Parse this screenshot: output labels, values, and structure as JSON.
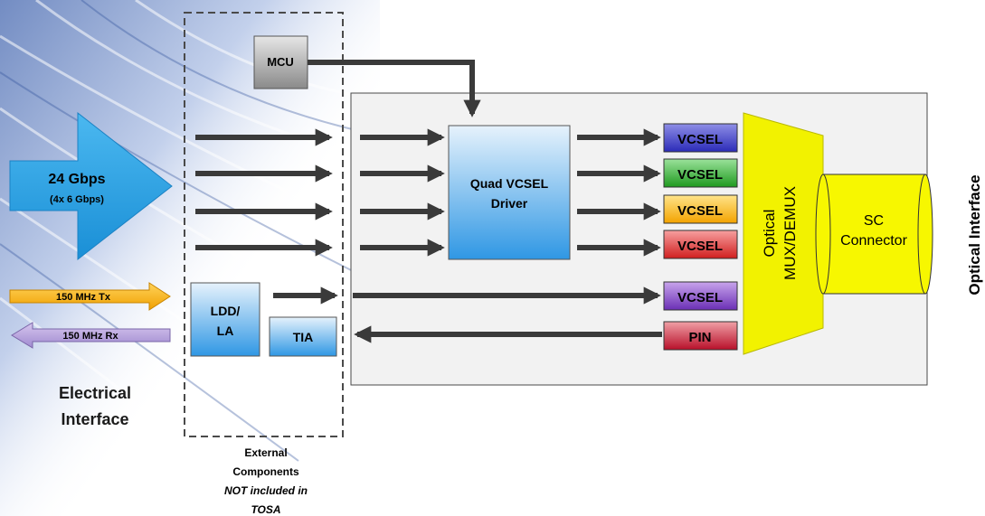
{
  "mcu": {
    "label": "MCU"
  },
  "input": {
    "rate": "24 Gbps",
    "lanes": "(4x 6 Gbps)"
  },
  "tx_signal": {
    "label": "150 MHz Tx"
  },
  "rx_signal": {
    "label": "150 MHz Rx"
  },
  "ldd_la": {
    "line1": "LDD/",
    "line2": "LA"
  },
  "tia": {
    "label": "TIA"
  },
  "driver": {
    "line1": "Quad VCSEL",
    "line2": "Driver"
  },
  "vcsels": [
    {
      "label": "VCSEL",
      "color_top": "#8e8ee6",
      "color_bottom": "#2b2bb8"
    },
    {
      "label": "VCSEL",
      "color_top": "#9be29b",
      "color_bottom": "#1f9a1f"
    },
    {
      "label": "VCSEL",
      "color_top": "#ffe48a",
      "color_bottom": "#f3a300"
    },
    {
      "label": "VCSEL",
      "color_top": "#f7a0a0",
      "color_bottom": "#d01f1f"
    },
    {
      "label": "VCSEL",
      "color_top": "#c8a4ec",
      "color_bottom": "#6a2fb5"
    }
  ],
  "pin": {
    "label": "PIN",
    "color_top": "#f0a0a6",
    "color_bottom": "#b8102a"
  },
  "mux": {
    "line1": "Optical",
    "line2": "MUX/DEMUX",
    "color": "#f2f200"
  },
  "connector": {
    "line1": "SC",
    "line2": "Connector"
  },
  "labels": {
    "electrical_1": "Electrical",
    "electrical_2": "Interface",
    "optical": "Optical Interface",
    "external_1": "External",
    "external_2": "Components",
    "external_3": "NOT included in",
    "external_4": "TOSA"
  },
  "colors": {
    "input_arrow": "#29a8e8",
    "tx_arrow": "#f6b000",
    "rx_arrow": "#b8a0d8",
    "signal_arrow": "#3a3a3a",
    "mcu_box": "#a0a0a0",
    "blue_box": "#3c9ee6"
  }
}
